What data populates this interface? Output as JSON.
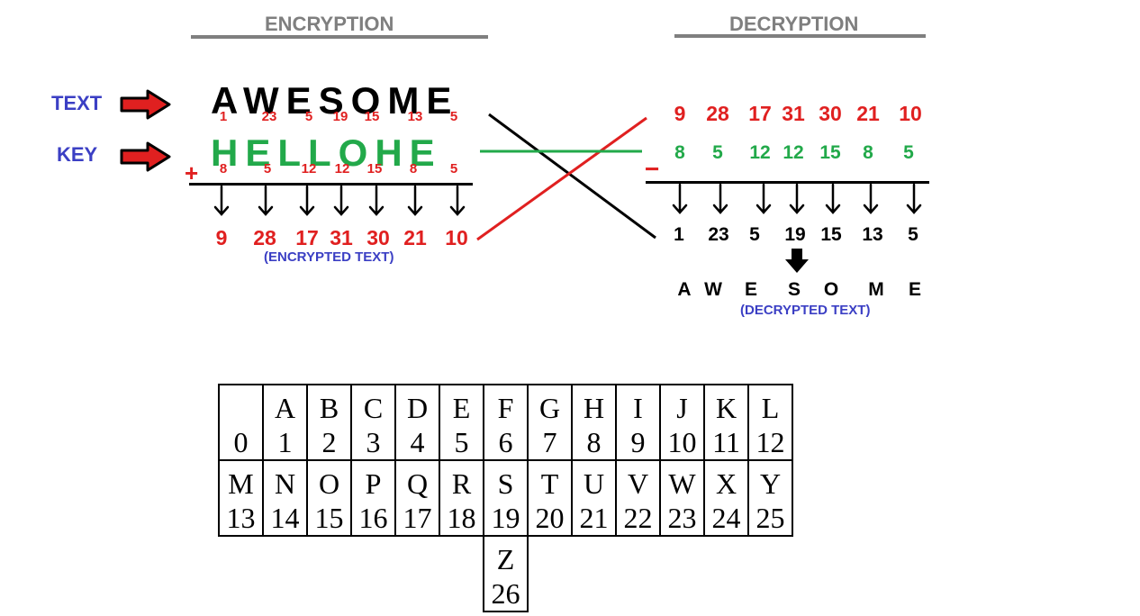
{
  "headers": {
    "encryption": "ENCRYPTION",
    "decryption": "DECRYPTION"
  },
  "labels": {
    "text": "TEXT",
    "key": "KEY",
    "plus": "+",
    "minus": "−"
  },
  "captions": {
    "encrypted": "(ENCRYPTED TEXT)",
    "decrypted": "(DECRYPTED TEXT)"
  },
  "plaintext": "AWESOME",
  "keytext": "HELLOHE",
  "text_numbers": [
    "1",
    "23",
    "5",
    "19",
    "15",
    "13",
    "5"
  ],
  "key_numbers": [
    "8",
    "5",
    "12",
    "12",
    "15",
    "8",
    "5"
  ],
  "encrypted_numbers": [
    "9",
    "28",
    "17",
    "31",
    "30",
    "21",
    "10"
  ],
  "decryption": {
    "cipher_numbers": [
      "9",
      "28",
      "17",
      "31",
      "30",
      "21",
      "10"
    ],
    "key_numbers": [
      "8",
      "5",
      "12",
      "12",
      "15",
      "8",
      "5"
    ],
    "result_numbers": [
      "1",
      "23",
      "5",
      "19",
      "15",
      "13",
      "5"
    ],
    "result_letters": [
      "A",
      "W",
      "E",
      "S",
      "O",
      "M",
      "E"
    ]
  },
  "alphabet_table": {
    "row1": [
      [
        "",
        "0"
      ],
      [
        "A",
        "1"
      ],
      [
        "B",
        "2"
      ],
      [
        "C",
        "3"
      ],
      [
        "D",
        "4"
      ],
      [
        "E",
        "5"
      ],
      [
        "F",
        "6"
      ],
      [
        "G",
        "7"
      ],
      [
        "H",
        "8"
      ],
      [
        "I",
        "9"
      ],
      [
        "J",
        "10"
      ],
      [
        "K",
        "11"
      ],
      [
        "L",
        "12"
      ]
    ],
    "row2": [
      [
        "M",
        "13"
      ],
      [
        "N",
        "14"
      ],
      [
        "O",
        "15"
      ],
      [
        "P",
        "16"
      ],
      [
        "Q",
        "17"
      ],
      [
        "R",
        "18"
      ],
      [
        "S",
        "19"
      ],
      [
        "T",
        "20"
      ],
      [
        "U",
        "21"
      ],
      [
        "V",
        "22"
      ],
      [
        "W",
        "23"
      ],
      [
        "X",
        "24"
      ],
      [
        "Y",
        "25"
      ]
    ],
    "row3": [
      [
        "Z",
        "26"
      ]
    ]
  },
  "colors": {
    "red": "#e02020",
    "green": "#22a94a",
    "blue": "#3b3fc4",
    "gray": "#7f7f7f",
    "black": "#000000"
  }
}
